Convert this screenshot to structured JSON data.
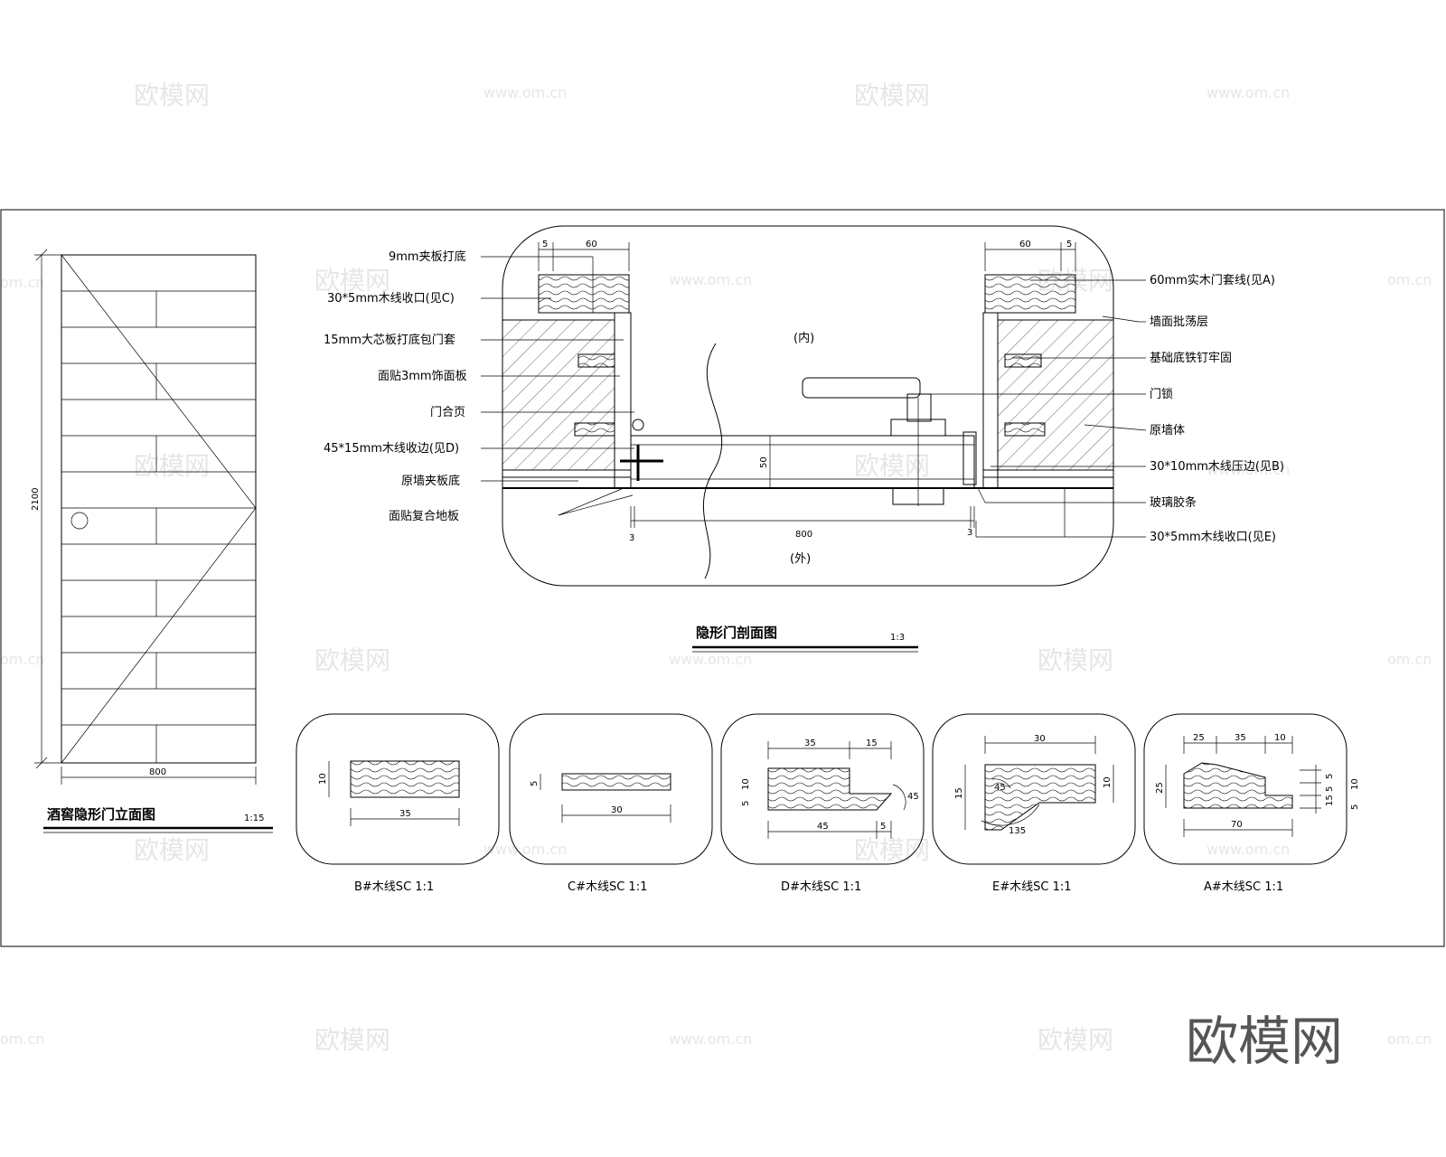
{
  "watermarks": {
    "site": "欧模网",
    "url": "www.om.cn",
    "url_cut": "om.cn",
    "big_logo": "欧模网"
  },
  "elevation": {
    "title": "酒窖隐形门立面图",
    "scale": "1:15",
    "width_dim": "800",
    "height_dim": "2100"
  },
  "section": {
    "title": "隐形门剖面图",
    "scale": "1:3",
    "inside_label": "(内)",
    "outside_label": "(外)",
    "dims": {
      "left_a": "5",
      "left_b": "60",
      "right_a": "60",
      "right_b": "5",
      "thickness": "50",
      "gap_left": "3",
      "door_width": "800",
      "gap_right": "3"
    },
    "left_labels": [
      "9mm夹板打底",
      "30*5mm木线收口(见C)",
      "15mm大芯板打底包门套",
      "面贴3mm饰面板",
      "门合页",
      "45*15mm木线收边(见D)",
      "原墙夹板底",
      "面贴复合地板"
    ],
    "right_labels": [
      "60mm实木门套线(见A)",
      "墙面批荡层",
      "基础底铁钉牢固",
      "门锁",
      "原墙体",
      "30*10mm木线压边(见B)",
      "玻璃胶条",
      "30*5mm木线收口(见E)"
    ]
  },
  "profiles": [
    {
      "caption": "B#木线SC 1:1",
      "dims": [
        "10",
        "35"
      ]
    },
    {
      "caption": "C#木线SC 1:1",
      "dims": [
        "5",
        "30"
      ]
    },
    {
      "caption": "D#木线SC 1:1",
      "dims": [
        "35",
        "15",
        "10",
        "5",
        "45",
        "5",
        "45"
      ]
    },
    {
      "caption": "E#木线SC 1:1",
      "dims": [
        "30",
        "15",
        "10",
        "45",
        "135"
      ]
    },
    {
      "caption": "A#木线SC 1:1",
      "dims": [
        "25",
        "35",
        "10",
        "25",
        "70",
        "5",
        "5",
        "15",
        "5",
        "10"
      ]
    }
  ]
}
